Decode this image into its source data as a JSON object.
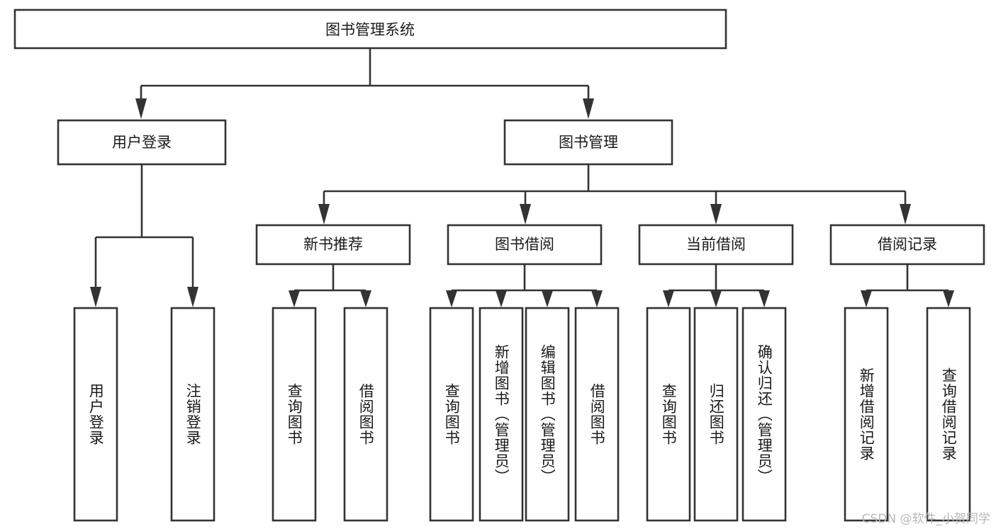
{
  "diagram": {
    "type": "tree",
    "title_node": "图书管理系统",
    "watermark": "CSDN @软件_小贺同学",
    "colors": {
      "stroke": "#333333",
      "fill": "#ffffff",
      "text": "#1a1a1a",
      "watermark": "#b9b9b9"
    },
    "root": {
      "label": "图书管理系统"
    },
    "level1": [
      {
        "label": "用户登录"
      },
      {
        "label": "图书管理"
      }
    ],
    "level2": [
      {
        "label": "新书推荐"
      },
      {
        "label": "图书借阅"
      },
      {
        "label": "当前借阅"
      },
      {
        "label": "借阅记录"
      }
    ],
    "leaves": {
      "user_login": [
        {
          "label": "用户登录"
        },
        {
          "label": "注销登录"
        }
      ],
      "new_book_recommend": [
        {
          "label": "查询图书"
        },
        {
          "label": "借阅图书"
        }
      ],
      "book_borrow": [
        {
          "label": "查询图书"
        },
        {
          "label": "新增图书（管理员）"
        },
        {
          "label": "编辑图书（管理员）"
        },
        {
          "label": "借阅图书"
        }
      ],
      "current_borrow": [
        {
          "label": "查询图书"
        },
        {
          "label": "归还图书"
        },
        {
          "label": "确认归还（管理员）"
        }
      ],
      "borrow_records": [
        {
          "label": "新增借阅记录"
        },
        {
          "label": "查询借阅记录"
        }
      ]
    }
  }
}
